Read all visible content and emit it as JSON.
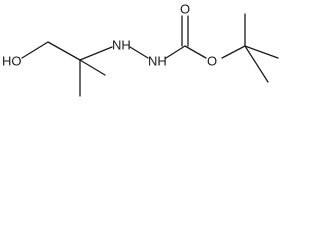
{
  "molecule": {
    "atoms": {
      "hydroxyl": "HO",
      "nh_1": "NH",
      "nh_2": "NH",
      "carbonyl_oxygen": "O",
      "ester_oxygen": "O"
    },
    "colors": {
      "line": "#1a1a1a",
      "background": "#ffffff"
    }
  }
}
